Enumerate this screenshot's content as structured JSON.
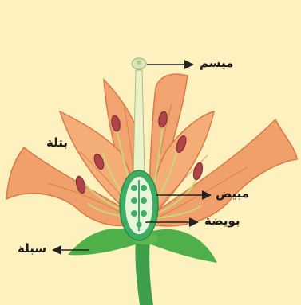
{
  "labels": {
    "stigma": "ميسم",
    "petal": "بتلة",
    "ovary": "مبيض",
    "ovule": "بويضة",
    "sepal": "سبلة"
  },
  "colors": {
    "background": "#fdf1c0",
    "petal": "#f0a06a",
    "petal_dark": "#d97a45",
    "petal_vein": "#c86a38",
    "anther": "#b0424a",
    "filament": "#c8d878",
    "pistil": "#e9f2c8",
    "ovary_outer": "#3fae64",
    "ovule": "#e8f4dc",
    "sepal": "#4fb04a",
    "stem": "#3f9e4a",
    "pointer": "#222222"
  }
}
